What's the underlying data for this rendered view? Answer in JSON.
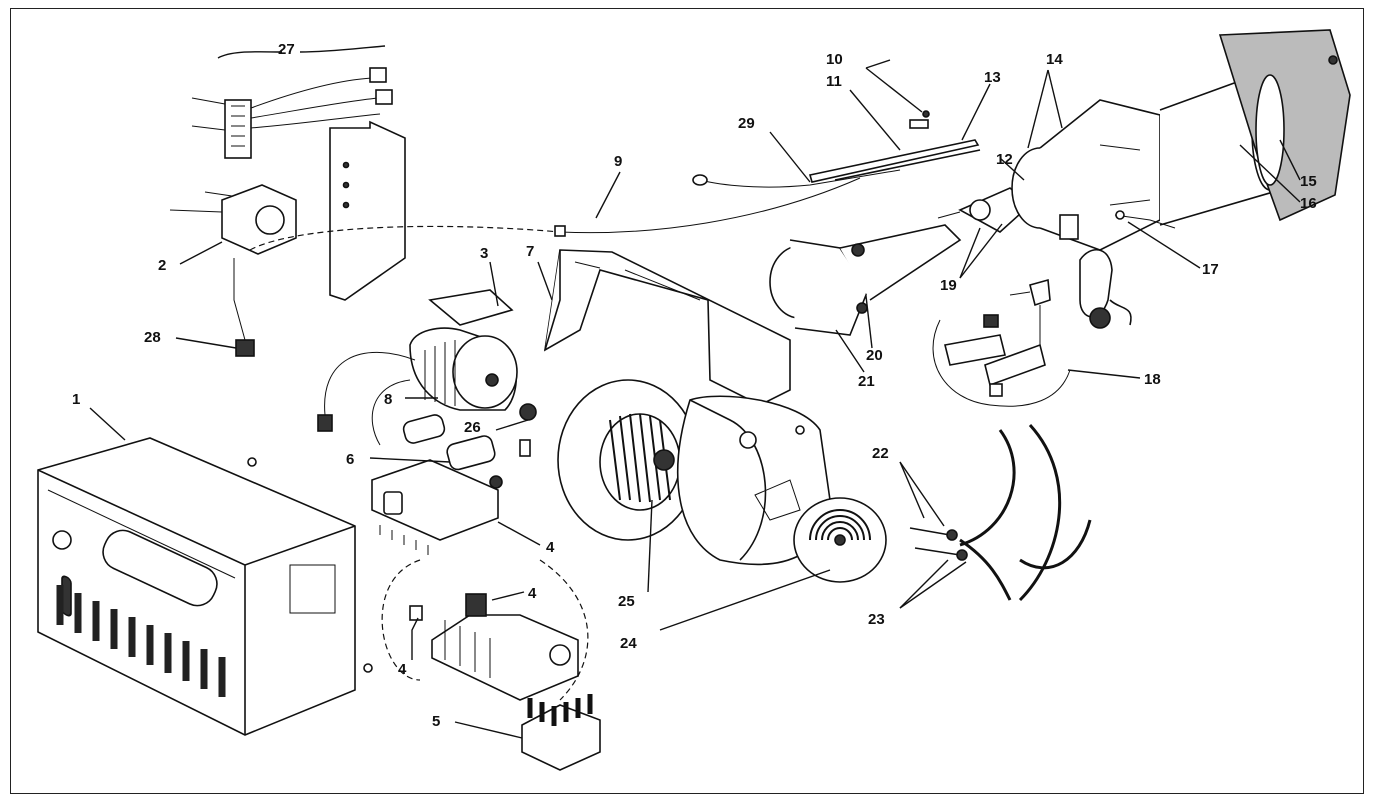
{
  "callouts": [
    {
      "id": "1",
      "text": "1"
    },
    {
      "id": "2",
      "text": "2"
    },
    {
      "id": "3",
      "text": "3"
    },
    {
      "id": "4a",
      "text": "4"
    },
    {
      "id": "4b",
      "text": "4"
    },
    {
      "id": "4c",
      "text": "4"
    },
    {
      "id": "5",
      "text": "5"
    },
    {
      "id": "6",
      "text": "6"
    },
    {
      "id": "7",
      "text": "7"
    },
    {
      "id": "8",
      "text": "8"
    },
    {
      "id": "9",
      "text": "9"
    },
    {
      "id": "10",
      "text": "10"
    },
    {
      "id": "11",
      "text": "11"
    },
    {
      "id": "12",
      "text": "12"
    },
    {
      "id": "13",
      "text": "13"
    },
    {
      "id": "14",
      "text": "14"
    },
    {
      "id": "15",
      "text": "15"
    },
    {
      "id": "16",
      "text": "16"
    },
    {
      "id": "17",
      "text": "17"
    },
    {
      "id": "18",
      "text": "18"
    },
    {
      "id": "19",
      "text": "19"
    },
    {
      "id": "20",
      "text": "20"
    },
    {
      "id": "21",
      "text": "21"
    },
    {
      "id": "22",
      "text": "22"
    },
    {
      "id": "23",
      "text": "23"
    },
    {
      "id": "24",
      "text": "24"
    },
    {
      "id": "25",
      "text": "25"
    },
    {
      "id": "26",
      "text": "26"
    },
    {
      "id": "27",
      "text": "27"
    },
    {
      "id": "28",
      "text": "28"
    },
    {
      "id": "29",
      "text": "29"
    }
  ]
}
